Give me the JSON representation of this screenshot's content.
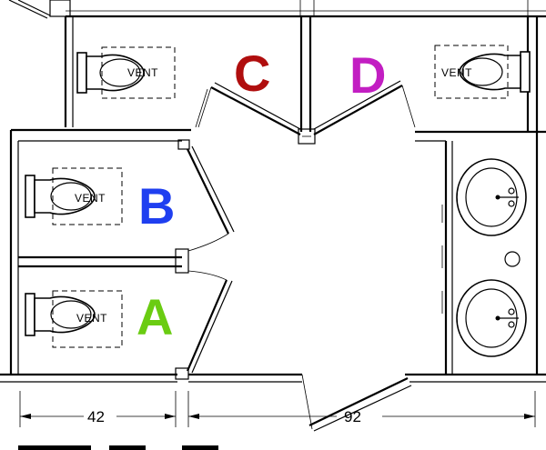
{
  "stalls": {
    "a": {
      "label": "A",
      "color": "#6acc12"
    },
    "b": {
      "label": "B",
      "color": "#1f3ff0"
    },
    "c": {
      "label": "C",
      "color": "#b00e0e"
    },
    "d": {
      "label": "D",
      "color": "#c21ec2"
    }
  },
  "vent_label": "VENT",
  "dimensions": {
    "left_width": "42",
    "right_width": "92"
  }
}
